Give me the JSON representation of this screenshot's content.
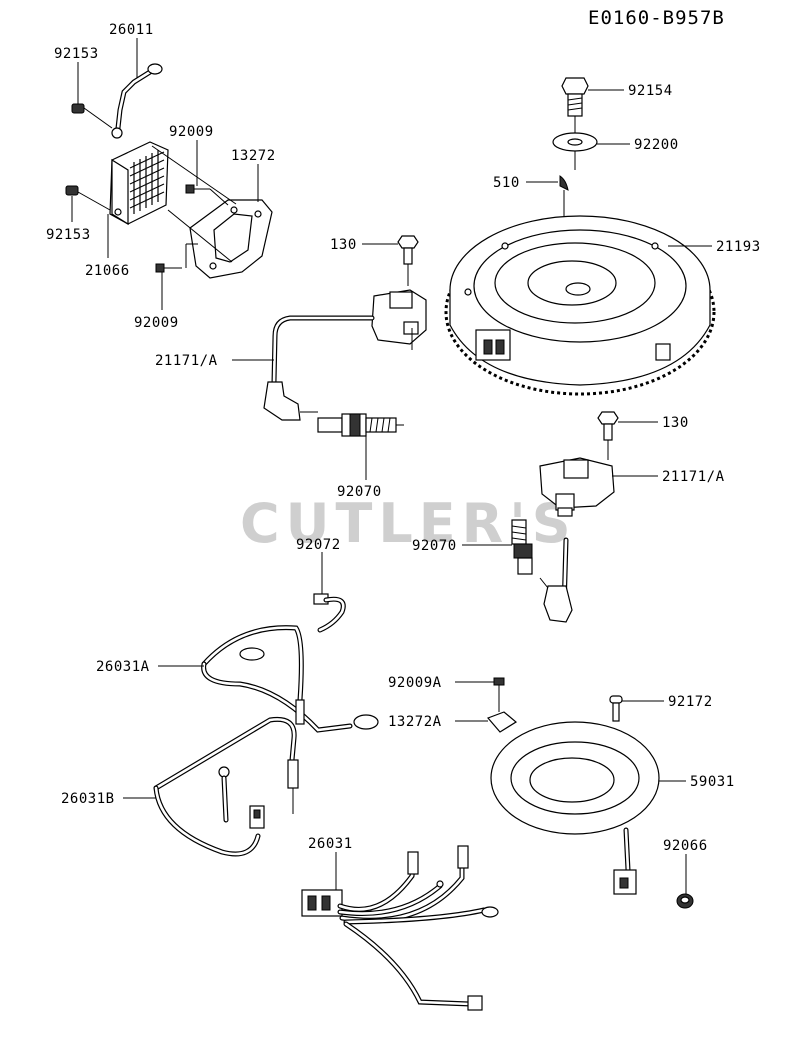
{
  "diagram_code": "E0160-B957B",
  "watermark": "CUTLER'S",
  "callouts": {
    "c26011": "26011",
    "c92153a": "92153",
    "c92009a": "92009",
    "c13272": "13272",
    "c92153b": "92153",
    "c21066": "21066",
    "c92009b": "92009",
    "c92154": "92154",
    "c92200": "92200",
    "c510": "510",
    "c21193": "21193",
    "c130a": "130",
    "c21171a": "21171/A",
    "c92070a": "92070",
    "c130b": "130",
    "c21171b": "21171/A",
    "c92072": "92072",
    "c92070b": "92070",
    "c26031a": "26031A",
    "c92009A": "92009A",
    "c13272A": "13272A",
    "c92172": "92172",
    "c59031": "59031",
    "c26031b": "26031B",
    "c26031": "26031",
    "c92066": "92066"
  }
}
